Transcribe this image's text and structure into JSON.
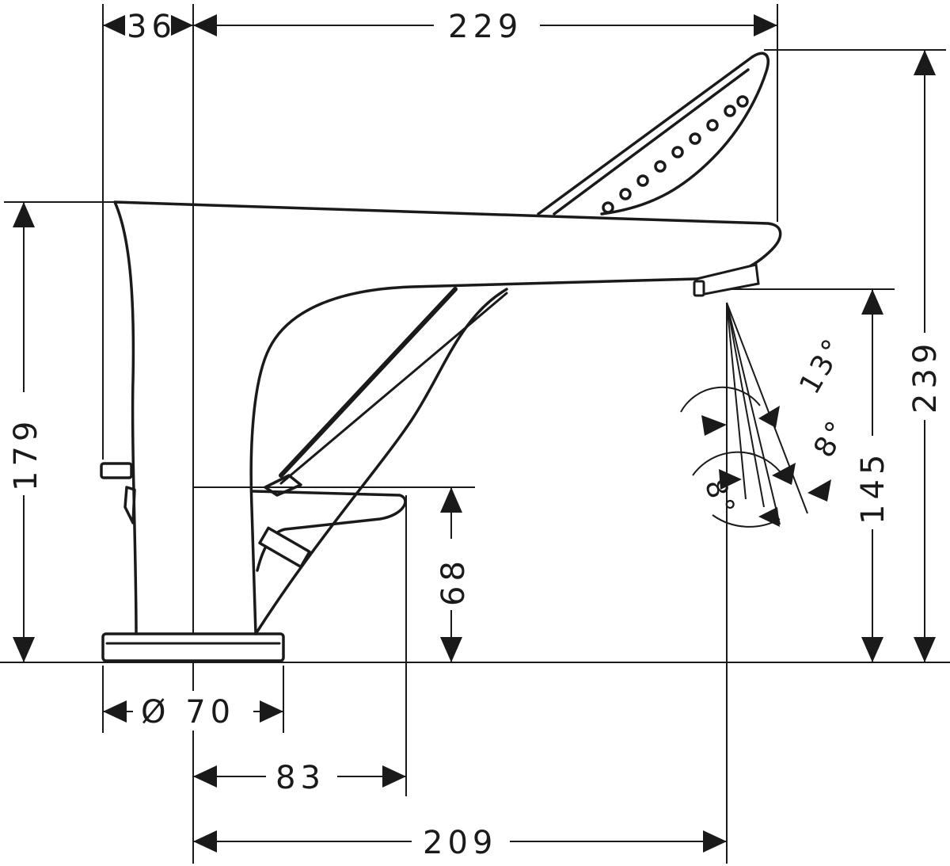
{
  "dimensions": {
    "width_36": "36",
    "width_229": "229",
    "height_239": "239",
    "height_179": "179",
    "height_145": "145",
    "height_68": "68",
    "diameter_70": "Ø 70",
    "length_83": "83",
    "length_209": "209"
  },
  "angles": {
    "angle_13": "13°",
    "angle_8_right": "8°",
    "angle_8_left": "8°"
  }
}
